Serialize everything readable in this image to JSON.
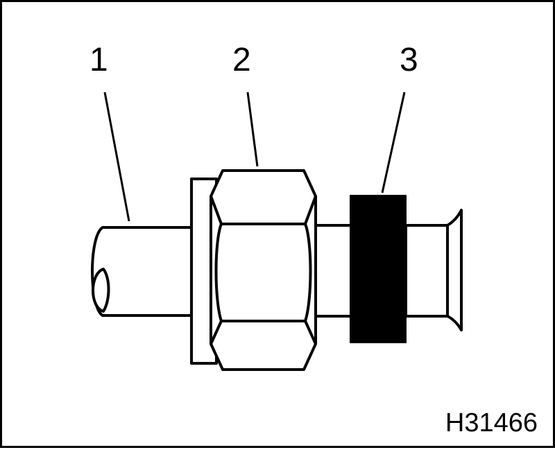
{
  "diagram": {
    "callouts": [
      {
        "label": "1",
        "part": "pipe"
      },
      {
        "label": "2",
        "part": "union-nut"
      },
      {
        "label": "3",
        "part": "sealing-ring"
      }
    ],
    "figure_code": "H31466",
    "colors": {
      "line": "#000000",
      "background": "#ffffff",
      "seal": "#000000"
    }
  }
}
